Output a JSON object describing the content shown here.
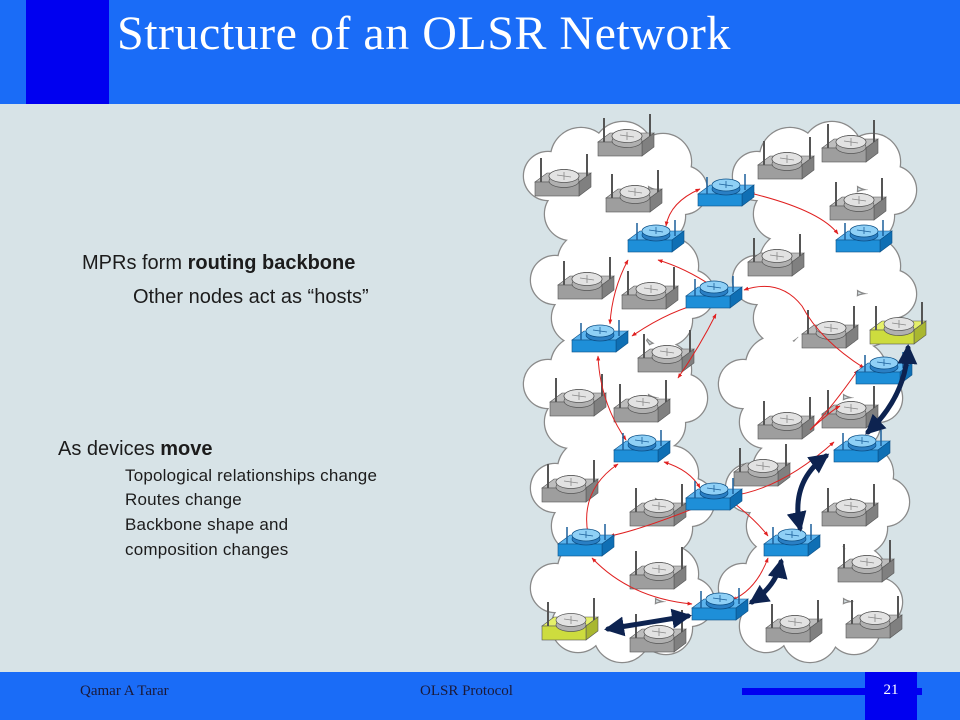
{
  "slide": {
    "title": "Structure of an OLSR Network"
  },
  "bullets": {
    "mpr": {
      "prefix": "MPRs form ",
      "bold": "routing backbone"
    },
    "hosts": "Other nodes act as “hosts”",
    "move": {
      "prefix": "As devices ",
      "bold": "move"
    },
    "subitems": [
      "Topological relationships change",
      "Routes change",
      "Backbone shape and",
      "composition changes"
    ]
  },
  "footer": {
    "author": "Qamar A Tarar",
    "center": "OLSR Protocol",
    "page": "21"
  },
  "colors": {
    "header": "#1a6cf7",
    "header_block": "#0000f0",
    "background": "#d7e3e7",
    "mpr_router": "#1e8fd8",
    "host_router": "#9a9a9a",
    "highlight_router": "#d4e84a",
    "link": "#e02020",
    "movement_arrow": "#0d2350"
  },
  "icons": {
    "mpr": "mpr-router-icon",
    "host": "host-router-icon",
    "moved": "moved-node-icon",
    "cloud": "cloud-region-icon"
  }
}
